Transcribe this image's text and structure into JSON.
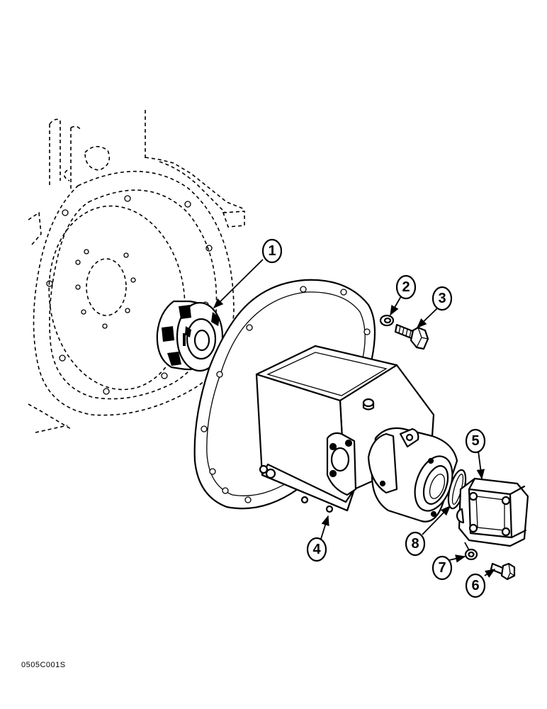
{
  "figure_code": "0505C001S",
  "callouts": [
    {
      "number": "1"
    },
    {
      "number": "2"
    },
    {
      "number": "3"
    },
    {
      "number": "4"
    },
    {
      "number": "5"
    },
    {
      "number": "6"
    },
    {
      "number": "7"
    },
    {
      "number": "8"
    }
  ]
}
